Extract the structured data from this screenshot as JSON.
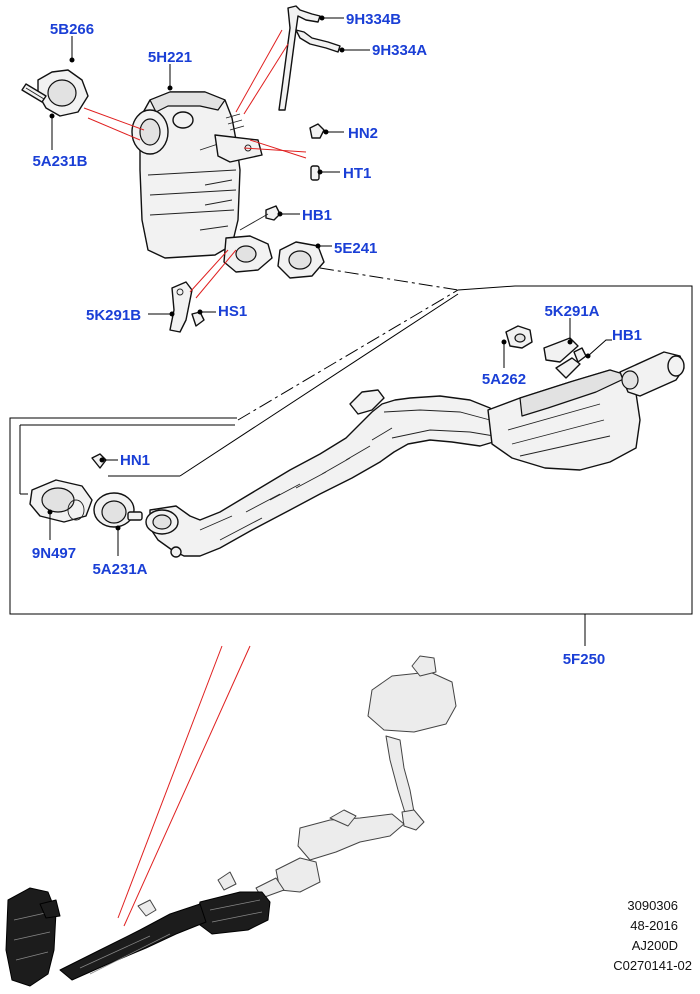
{
  "callouts": {
    "c_5B266": "5B266",
    "c_5H221": "5H221",
    "c_9H334B": "9H334B",
    "c_9H334A": "9H334A",
    "c_HN2": "HN2",
    "c_HT1": "HT1",
    "c_5A231B": "5A231B",
    "c_HB1_top": "HB1",
    "c_5E241": "5E241",
    "c_5K291B": "5K291B",
    "c_HS1": "HS1",
    "c_5K291A": "5K291A",
    "c_HB1_right": "HB1",
    "c_5A262": "5A262",
    "c_HN1": "HN1",
    "c_9N497": "9N497",
    "c_5A231A": "5A231A",
    "c_5F250": "5F250"
  },
  "reference": {
    "line1": "3090306",
    "line2": "48-2016",
    "line3": "AJ200D",
    "line4": "C0270141-02"
  },
  "colors": {
    "callout": "#1a3fd6",
    "leader_red": "#e02020",
    "line": "#000000"
  }
}
